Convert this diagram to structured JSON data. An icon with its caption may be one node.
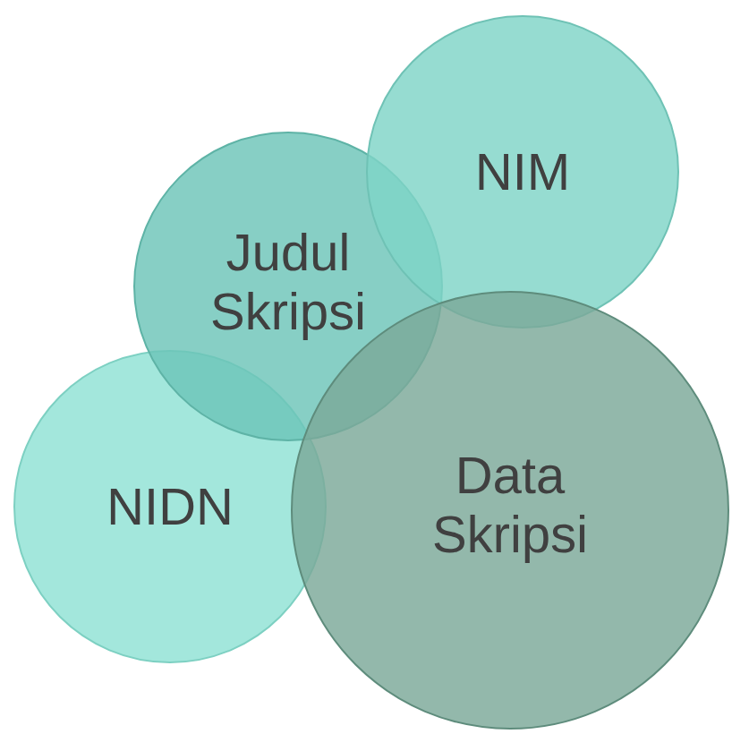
{
  "diagram": {
    "nodes": [
      {
        "text": [
          "NIM"
        ]
      },
      {
        "text": [
          "Judul Skripsi"
        ]
      },
      {
        "text": [
          "NIDN"
        ]
      },
      {
        "text": [
          "Data Skripsi"
        ]
      }
    ]
  }
}
